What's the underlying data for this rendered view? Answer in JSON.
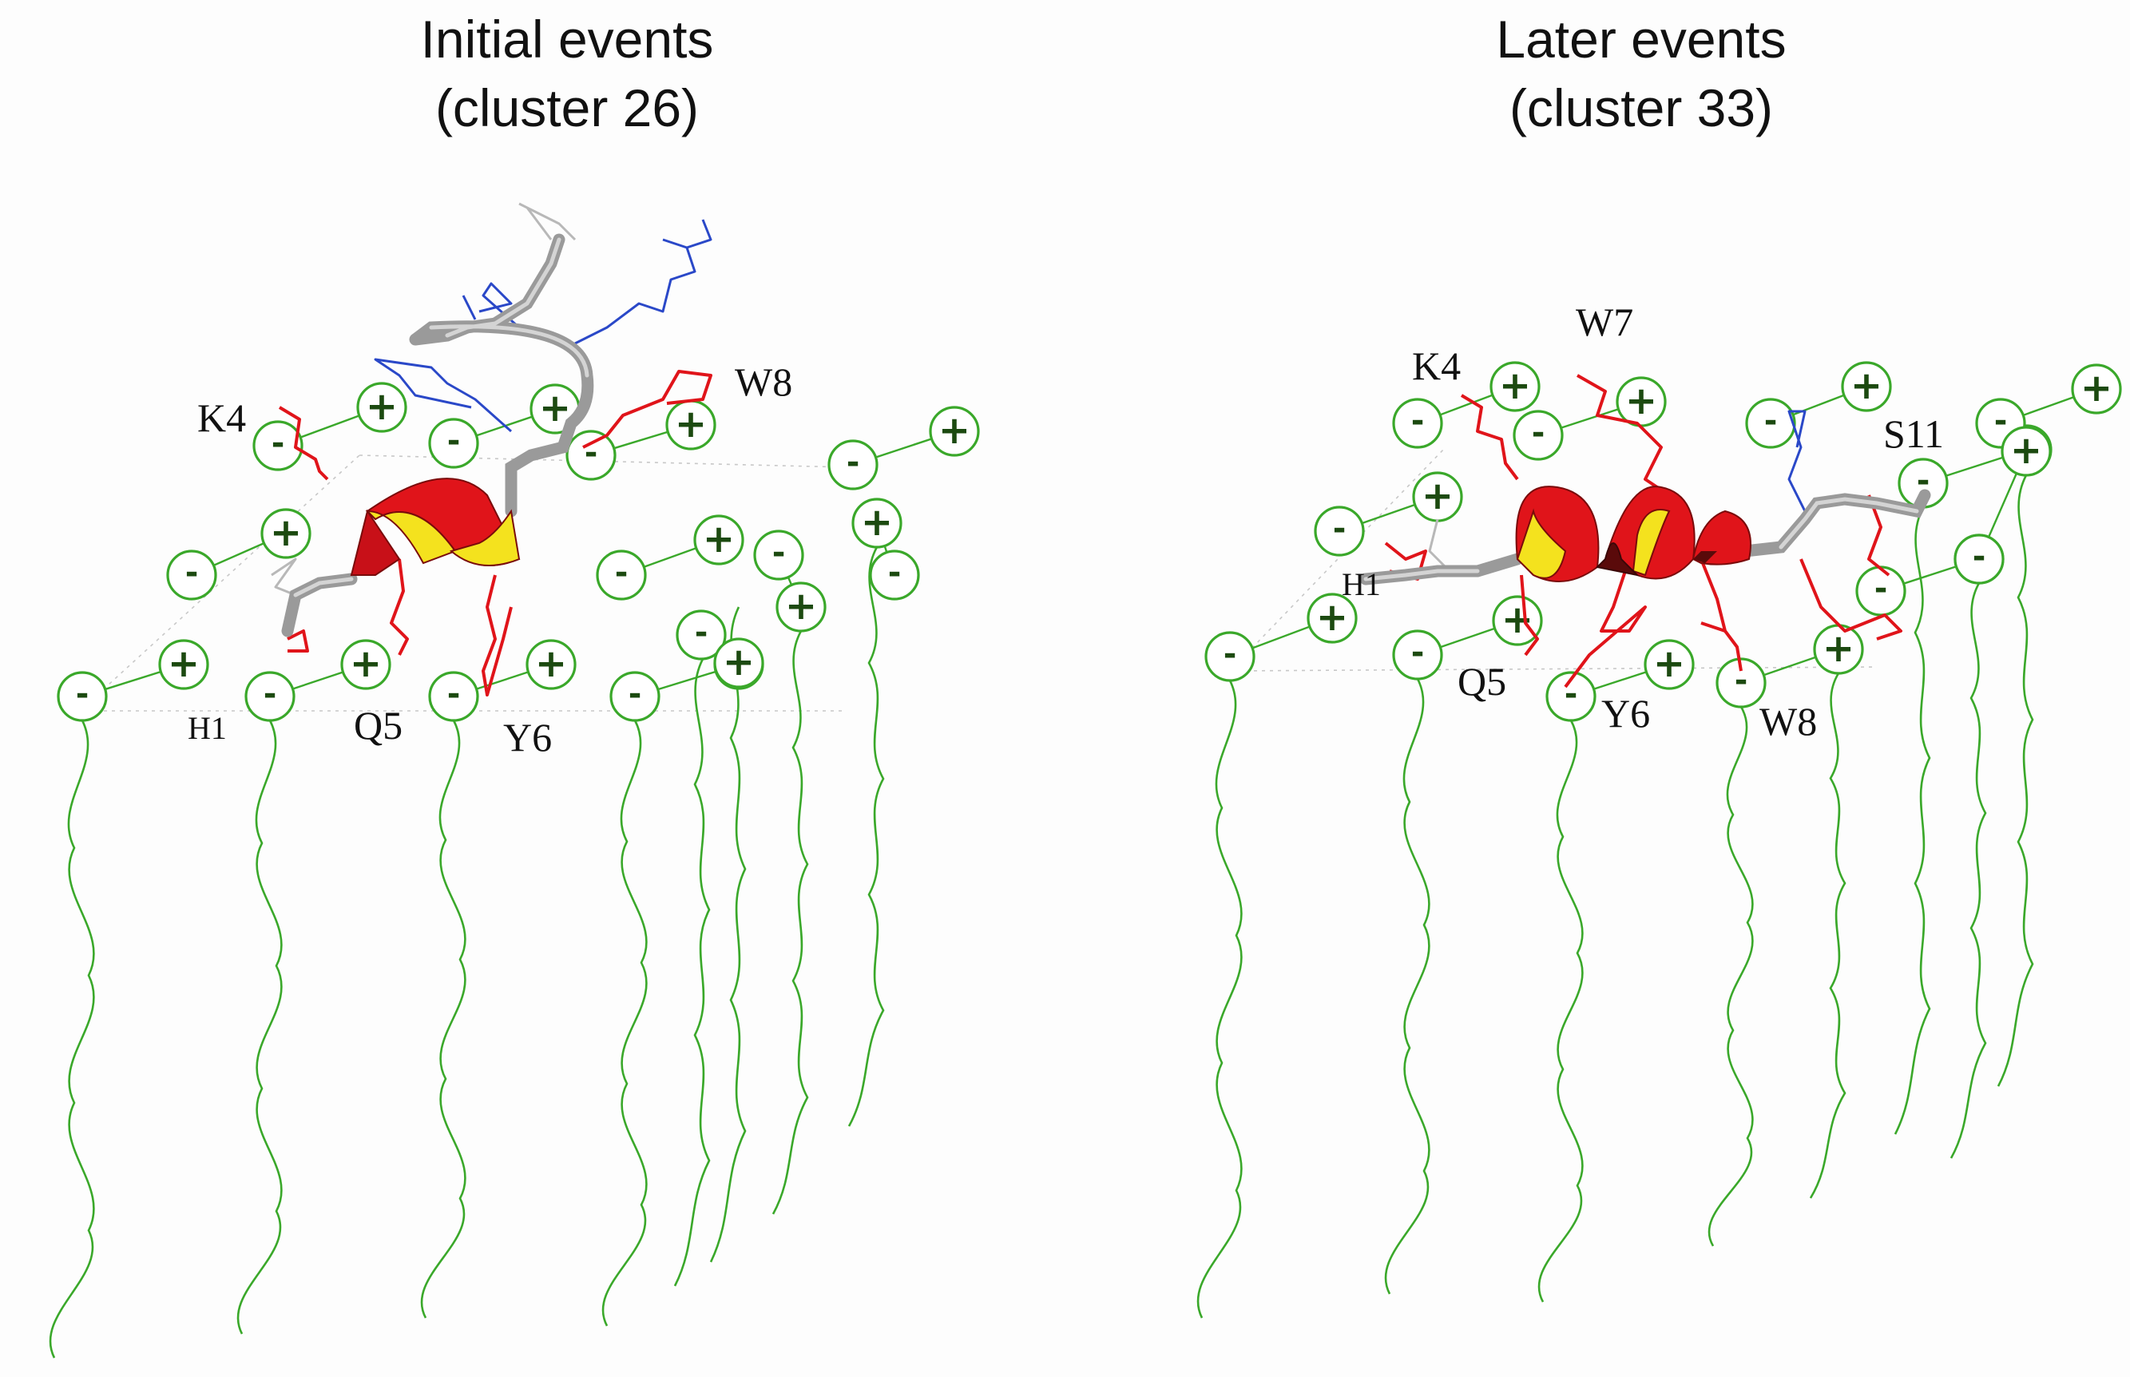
{
  "panels": [
    {
      "title_line1": "Initial events",
      "title_line2": "(cluster 26)",
      "residue_labels": [
        "K4",
        "W8",
        "H1",
        "Q5",
        "Y6"
      ]
    },
    {
      "title_line1": "Later events",
      "title_line2": "(cluster 33)",
      "residue_labels": [
        "W7",
        "K4",
        "S11",
        "H1",
        "Q5",
        "Y6",
        "W8"
      ]
    }
  ],
  "charge_symbols": {
    "negative": "-",
    "positive": "+"
  },
  "colors": {
    "membrane": "#3aa82a",
    "helix_outer": "#e0141a",
    "helix_inner": "#f4e21e",
    "coil": "#9a9a9a",
    "hydrophobic_sidechain": "#e0141a",
    "polar_sidechain": "#2a48c8"
  },
  "icons": [
    "lipid-headgroup-icon",
    "helix-ribbon-icon"
  ]
}
